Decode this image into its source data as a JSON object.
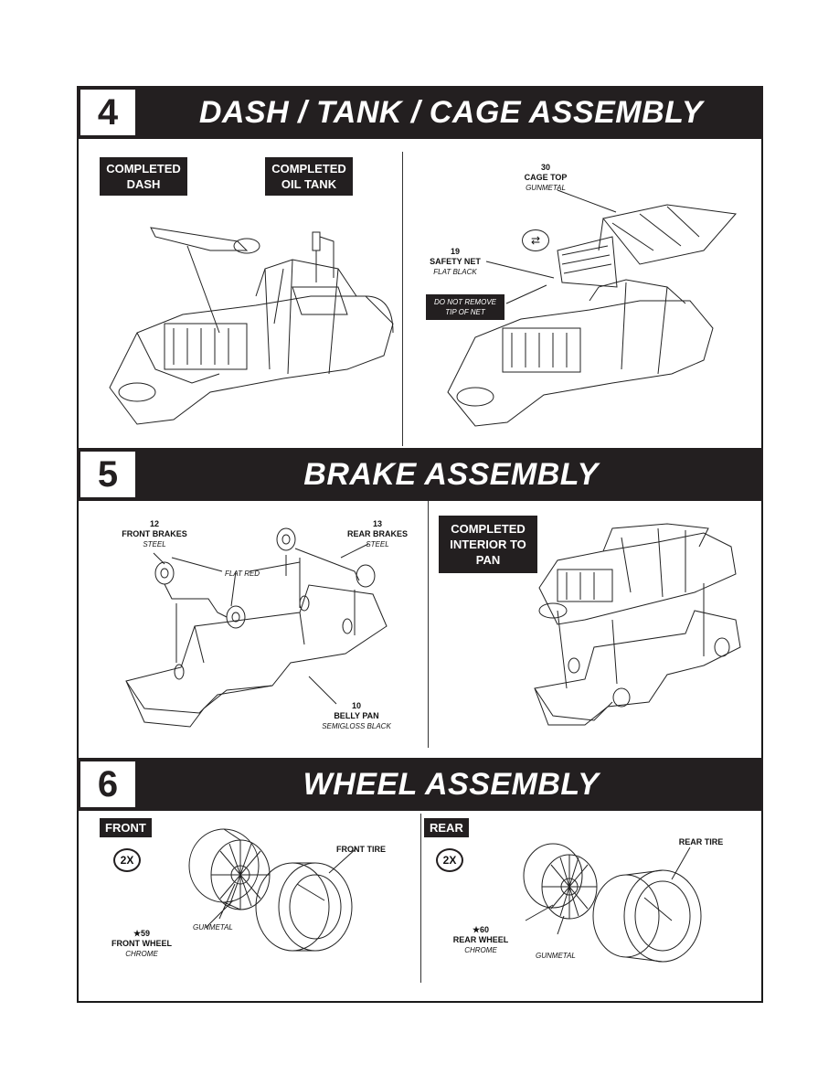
{
  "step4": {
    "number": "4",
    "title": "DASH / TANK / CAGE ASSEMBLY",
    "completed_dash": [
      "COMPLETED",
      "DASH"
    ],
    "completed_oil_tank": [
      "COMPLETED",
      "OIL TANK"
    ],
    "cage_top": {
      "num": "30",
      "name": "CAGE TOP",
      "finish": "GUNMETAL"
    },
    "safety_net": {
      "num": "19",
      "name": "SAFETY NET",
      "finish": "FLAT BLACK"
    },
    "note": [
      "DO NOT REMOVE",
      "TIP OF NET"
    ]
  },
  "step5": {
    "number": "5",
    "title": "BRAKE ASSEMBLY",
    "front_brakes": {
      "num": "12",
      "name": "FRONT BRAKES",
      "finish": "STEEL"
    },
    "rear_brakes": {
      "num": "13",
      "name": "REAR BRAKES",
      "finish": "STEEL"
    },
    "flat_red": "FLAT RED",
    "belly_pan": {
      "num": "10",
      "name": "BELLY PAN",
      "finish": "SEMIGLOSS BLACK"
    },
    "completed_interior": [
      "COMPLETED",
      "INTERIOR TO",
      "PAN"
    ]
  },
  "step6": {
    "number": "6",
    "title": "WHEEL ASSEMBLY",
    "front": {
      "tag": "FRONT",
      "qty": "2X",
      "tire": "FRONT TIRE",
      "wheel_num": "★59",
      "wheel_name": "FRONT WHEEL",
      "wheel_finish": "CHROME",
      "center_finish": "GUNMETAL"
    },
    "rear": {
      "tag": "REAR",
      "qty": "2X",
      "tire": "REAR TIRE",
      "wheel_num": "★60",
      "wheel_name": "REAR WHEEL",
      "wheel_finish": "CHROME",
      "center_finish": "GUNMETAL"
    }
  }
}
